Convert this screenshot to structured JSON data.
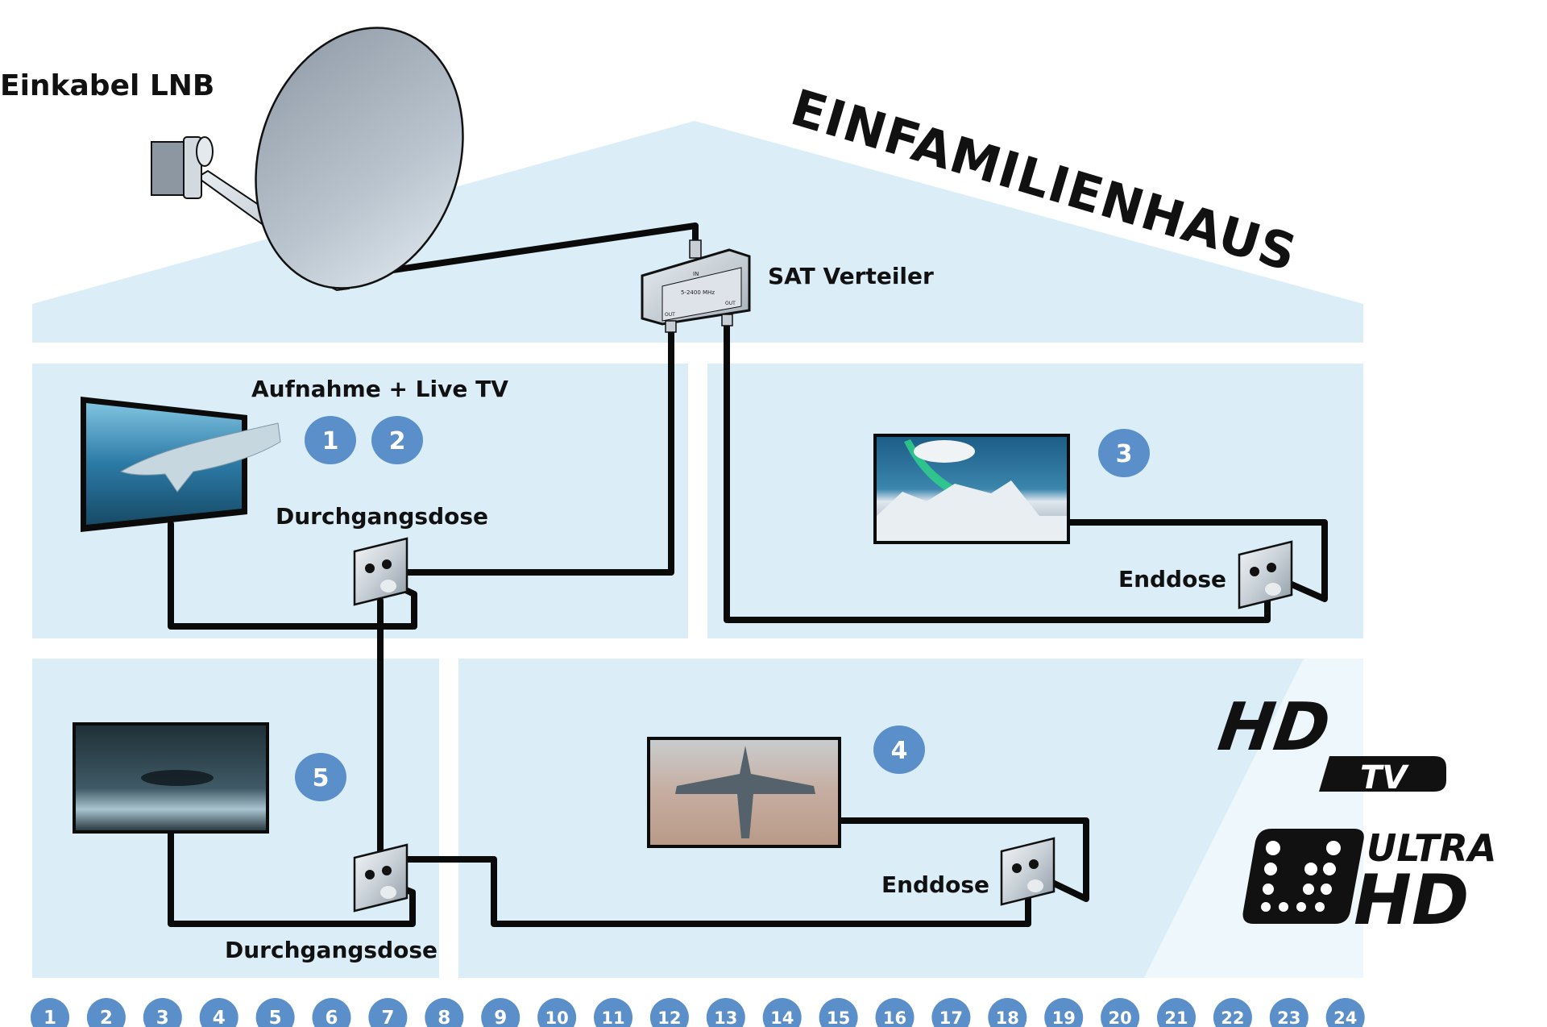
{
  "title": "EINFAMILIENHAUS",
  "labels": {
    "lnb": "Einkabel LNB",
    "splitter": "SAT Verteiler",
    "room1_feature": "Aufnahme + Live TV",
    "socket_through_1": "Durchgangsdose",
    "socket_end_3": "Enddose",
    "socket_end_4": "Enddose",
    "socket_through_5": "Durchgangsdose"
  },
  "splitter_markings": {
    "input": "IN",
    "frequency": "5-2400 MHz",
    "output_left": "OUT",
    "output_right": "OUT"
  },
  "rooms": [
    {
      "id": "room-1",
      "tuners": [
        "1",
        "2"
      ],
      "tv_scene": "shark-breaking-screen",
      "socket": "Durchgangsdose"
    },
    {
      "id": "room-3",
      "tuners": [
        "3"
      ],
      "tv_scene": "aurora-mountains",
      "socket": "Enddose"
    },
    {
      "id": "room-4",
      "tuners": [
        "4"
      ],
      "tv_scene": "fighter-jet",
      "socket": "Enddose"
    },
    {
      "id": "room-5",
      "tuners": [
        "5"
      ],
      "tv_scene": "dark-action-scene",
      "socket": "Durchgangsdose"
    }
  ],
  "logos": {
    "hdtv_top": "HD",
    "hdtv_bottom": "TV",
    "uhd_top": "ULTRA",
    "uhd_bottom": "HD"
  },
  "user_bands": [
    "1",
    "2",
    "3",
    "4",
    "5",
    "6",
    "7",
    "8",
    "9",
    "10",
    "11",
    "12",
    "13",
    "14",
    "15",
    "16",
    "17",
    "18",
    "19",
    "20",
    "21",
    "22",
    "23",
    "24"
  ],
  "colors": {
    "house_fill": "#dbeef8",
    "house_fill_pale": "#eef7fc",
    "badge_blue": "#5b8fc9",
    "cable": "#0a0a0a"
  }
}
